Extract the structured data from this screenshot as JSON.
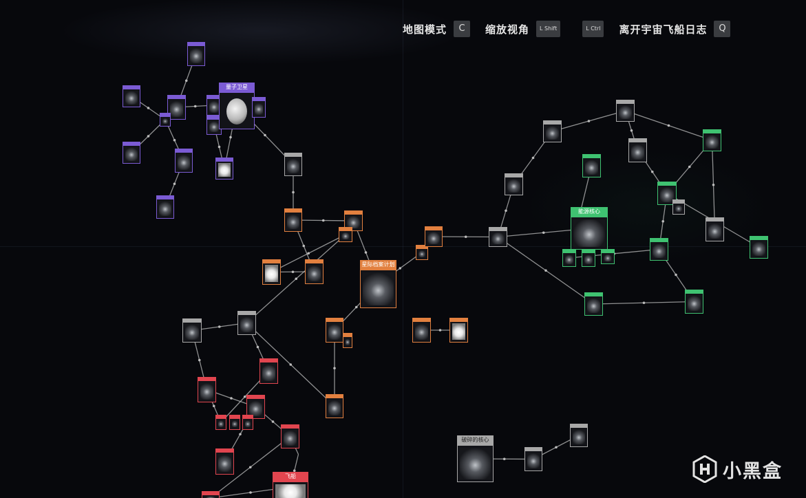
{
  "controls": [
    {
      "label": "地图模式",
      "key": "C"
    },
    {
      "label": "缩放视角",
      "key": "L Shift"
    },
    {
      "key": "L Ctrl"
    },
    {
      "label": "离开宇宙飞船日志",
      "key": "Q"
    }
  ],
  "watermark": {
    "text": "小黑盒"
  },
  "colors": {
    "purple": "#7b5bd4",
    "orange": "#e2803f",
    "red": "#e1454f",
    "green": "#3fc271",
    "gray": "#a8a8a8",
    "background": "#07080c",
    "link": "#bdbdbd"
  },
  "nodes": [
    {
      "id": "p_top",
      "color": "purple"
    },
    {
      "id": "p_left",
      "color": "purple"
    },
    {
      "id": "p_mid",
      "color": "purple"
    },
    {
      "id": "p_hub",
      "color": "purple"
    },
    {
      "id": "p_moonl1",
      "color": "purple"
    },
    {
      "id": "p_moonl2",
      "color": "purple"
    },
    {
      "id": "p_moon",
      "color": "purple",
      "title": "量子卫星"
    },
    {
      "id": "p_moonr",
      "color": "purple"
    },
    {
      "id": "p_w1",
      "color": "purple"
    },
    {
      "id": "p_w2",
      "color": "purple"
    },
    {
      "id": "p_w3",
      "color": "purple"
    },
    {
      "id": "p_glow",
      "color": "purple"
    },
    {
      "id": "g_a",
      "color": "gray"
    },
    {
      "id": "o_a",
      "color": "orange"
    },
    {
      "id": "o_b",
      "color": "orange"
    },
    {
      "id": "o_c",
      "color": "orange"
    },
    {
      "id": "o_d",
      "color": "orange"
    },
    {
      "id": "o_e",
      "color": "orange"
    },
    {
      "id": "o_big",
      "color": "orange",
      "title": "星际档案计划"
    },
    {
      "id": "o_f",
      "color": "orange"
    },
    {
      "id": "o_g",
      "color": "orange"
    },
    {
      "id": "o_h",
      "color": "orange"
    },
    {
      "id": "o_i",
      "color": "orange"
    },
    {
      "id": "o_j",
      "color": "orange"
    },
    {
      "id": "o_k",
      "color": "orange"
    },
    {
      "id": "o_l",
      "color": "orange"
    },
    {
      "id": "o_m",
      "color": "orange"
    },
    {
      "id": "g_b",
      "color": "gray"
    },
    {
      "id": "g_c",
      "color": "gray"
    },
    {
      "id": "g_d",
      "color": "gray"
    },
    {
      "id": "r_a",
      "color": "red"
    },
    {
      "id": "r_b",
      "color": "red"
    },
    {
      "id": "r_c",
      "color": "red"
    },
    {
      "id": "r_d1",
      "color": "red"
    },
    {
      "id": "r_d2",
      "color": "red"
    },
    {
      "id": "r_d3",
      "color": "red"
    },
    {
      "id": "r_e",
      "color": "red"
    },
    {
      "id": "r_f",
      "color": "red"
    },
    {
      "id": "r_g",
      "color": "red"
    },
    {
      "id": "r_h",
      "color": "red",
      "title": "飞船"
    },
    {
      "id": "r_i",
      "color": "red"
    },
    {
      "id": "g_e",
      "color": "gray"
    },
    {
      "id": "g_f",
      "color": "gray"
    },
    {
      "id": "g_g",
      "color": "gray"
    },
    {
      "id": "g_h",
      "color": "gray"
    },
    {
      "id": "g_i",
      "color": "gray"
    },
    {
      "id": "g_j",
      "color": "gray"
    },
    {
      "id": "g_k",
      "color": "gray"
    },
    {
      "id": "gn_a",
      "color": "green"
    },
    {
      "id": "gn_b",
      "color": "green"
    },
    {
      "id": "gn_big",
      "color": "green",
      "title": "能源核心"
    },
    {
      "id": "gn_c",
      "color": "green"
    },
    {
      "id": "gn_d",
      "color": "green"
    },
    {
      "id": "gn_e",
      "color": "green"
    },
    {
      "id": "gn_f",
      "color": "green"
    },
    {
      "id": "gn_g",
      "color": "green"
    },
    {
      "id": "gn_h",
      "color": "green"
    },
    {
      "id": "gn_i",
      "color": "green"
    },
    {
      "id": "gn_j",
      "color": "green"
    },
    {
      "id": "gb_big",
      "color": "gray",
      "title": "破碎的核心"
    },
    {
      "id": "gb_a",
      "color": "gray"
    },
    {
      "id": "gb_b",
      "color": "gray"
    },
    {
      "id": "g_l",
      "color": "gray"
    }
  ],
  "links": [
    [
      "p_top",
      "p_mid"
    ],
    [
      "p_left",
      "p_hub"
    ],
    [
      "p_mid",
      "p_hub"
    ],
    [
      "p_hub",
      "p_w1"
    ],
    [
      "p_hub",
      "p_w2"
    ],
    [
      "p_w2",
      "p_w3"
    ],
    [
      "p_mid",
      "p_moonl1"
    ],
    [
      "p_moonl1",
      "p_moon"
    ],
    [
      "p_moonl2",
      "p_moon"
    ],
    [
      "p_moonr",
      "p_moon"
    ],
    [
      "p_moon",
      "p_glow"
    ],
    [
      "p_moonl2",
      "p_glow"
    ],
    [
      "p_moon",
      "g_a"
    ],
    [
      "g_a",
      "o_a"
    ],
    [
      "o_a",
      "o_b"
    ],
    [
      "o_a",
      "o_c"
    ],
    [
      "o_c",
      "o_d"
    ],
    [
      "o_d",
      "o_e"
    ],
    [
      "o_e",
      "g_b"
    ],
    [
      "o_b",
      "o_e"
    ],
    [
      "o_b",
      "o_big"
    ],
    [
      "o_big",
      "o_f"
    ],
    [
      "o_f",
      "o_g"
    ],
    [
      "o_g",
      "g_c"
    ],
    [
      "g_c",
      "gn_big"
    ],
    [
      "g_c",
      "g_d"
    ],
    [
      "g_d",
      "g_e"
    ],
    [
      "g_e",
      "g_f"
    ],
    [
      "g_f",
      "gn_a"
    ],
    [
      "gn_a",
      "gn_b"
    ],
    [
      "g_c",
      "gn_f"
    ],
    [
      "gn_f",
      "gn_g"
    ],
    [
      "gn_g",
      "g_g"
    ],
    [
      "gn_d",
      "g_g"
    ],
    [
      "gn_big",
      "gn_c"
    ],
    [
      "gn_c",
      "gn_d"
    ],
    [
      "gn_e",
      "gn_c"
    ],
    [
      "g_h",
      "gn_d"
    ],
    [
      "g_h",
      "gn_j"
    ],
    [
      "gn_a",
      "g_h"
    ],
    [
      "g_f",
      "g_j"
    ],
    [
      "g_j",
      "g_h"
    ],
    [
      "g_h",
      "gn_i"
    ],
    [
      "o_big",
      "o_h"
    ],
    [
      "o_h",
      "o_i"
    ],
    [
      "o_h",
      "o_k"
    ],
    [
      "o_k",
      "g_i"
    ],
    [
      "o_e",
      "g_i"
    ],
    [
      "g_i",
      "r_c"
    ],
    [
      "r_c",
      "r_b"
    ],
    [
      "r_b",
      "r_a"
    ],
    [
      "g_k",
      "r_a"
    ],
    [
      "g_k",
      "g_i"
    ],
    [
      "r_a",
      "r_d1"
    ],
    [
      "r_d1",
      "r_e"
    ],
    [
      "r_d1",
      "r_f"
    ],
    [
      "r_f",
      "g_l"
    ],
    [
      "g_l",
      "r_h"
    ],
    [
      "r_g",
      "r_h"
    ],
    [
      "r_f",
      "r_g"
    ],
    [
      "o_l",
      "o_m"
    ],
    [
      "gb_big",
      "gb_a"
    ],
    [
      "gb_a",
      "gb_b"
    ]
  ]
}
